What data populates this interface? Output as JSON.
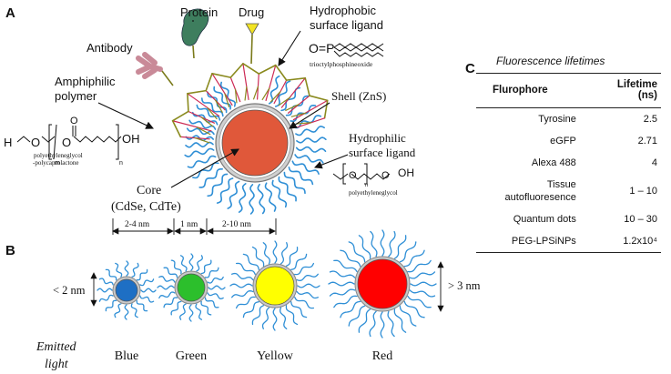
{
  "panels": {
    "a": "A",
    "b": "B",
    "c": "C"
  },
  "labels": {
    "protein": "Protein",
    "drug": "Drug",
    "hydrophobic_ligand_1": "Hydrophobic",
    "hydrophobic_ligand_2": "surface ligand",
    "antibody": "Antibody",
    "amphiphilic_1": "Amphiphilic",
    "amphiphilic_2": "polymer",
    "shell": "Shell (ZnS)",
    "hydrophilic_ligand_1": "Hydrophilic",
    "hydrophilic_ligand_2": "surface ligand",
    "core_1": "Core",
    "core_2": "(CdSe, CdTe)",
    "topo_formula": "O=P",
    "topo_name": "trioctylphosphineoxide",
    "peg_pcl_name_1": "polyethyleneglycol",
    "peg_pcl_name_2": "-polycaprolactone",
    "peg_name": "polyethyleneglycol",
    "dim_1": "2-4 nm",
    "dim_2": "1 nm",
    "dim_3": "2-10 nm",
    "size_small": "< 2 nm",
    "size_large": "> 3 nm",
    "emitted_1": "Emitted",
    "emitted_2": "light"
  },
  "dots": [
    {
      "label": "Blue",
      "color": "#1e6fc4"
    },
    {
      "label": "Green",
      "color": "#2cbf2c"
    },
    {
      "label": "Yellow",
      "color": "#ffff00"
    },
    {
      "label": "Red",
      "color": "#ff0000"
    }
  ],
  "core_color": "#e0583a",
  "ligand_color": "#2f8fd6",
  "table": {
    "title": "Fluorescence lifetimes",
    "headers": [
      "Flurophore",
      "Lifetime (ns)"
    ],
    "rows": [
      {
        "name": "Tyrosine",
        "value": "2.5"
      },
      {
        "name": "eGFP",
        "value": "2.71"
      },
      {
        "name": "Alexa 488",
        "value": "4"
      },
      {
        "name": "Tissue autofluoresence",
        "value": "1 – 10"
      },
      {
        "name": "Quantum dots",
        "value": "10 – 30"
      },
      {
        "name": "PEG-LPSiNPs",
        "value": "1.2x10⁴"
      }
    ]
  }
}
